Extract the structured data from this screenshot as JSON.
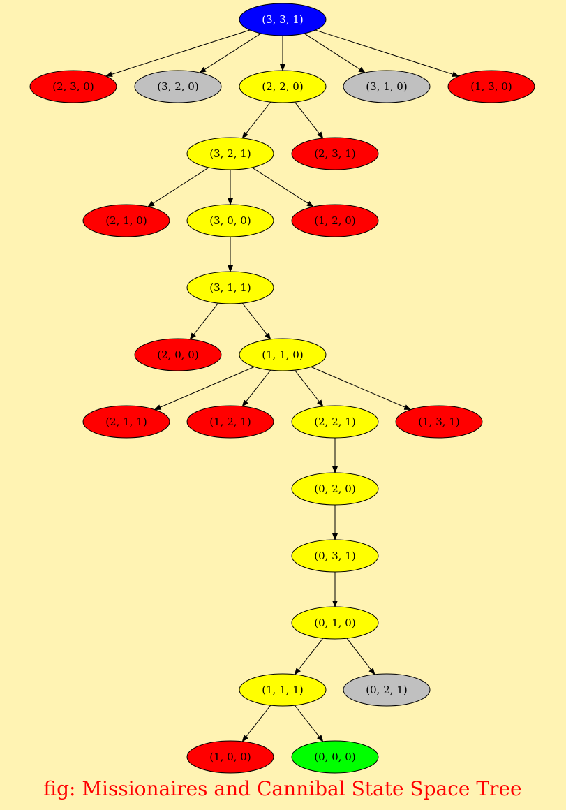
{
  "caption": "fig: Missionaires and Cannibal State Space Tree",
  "colors": {
    "background": "#fff3b3",
    "root": "#0000ff",
    "explored": "#ffff00",
    "invalid": "#ff0000",
    "repeated": "#c0c0c0",
    "goal": "#00ff00",
    "caption": "#ff0000"
  },
  "nodes": [
    {
      "id": "n0",
      "label": "(3, 3, 1)",
      "status": "root"
    },
    {
      "id": "n1",
      "label": "(2, 3, 0)",
      "status": "invalid"
    },
    {
      "id": "n2",
      "label": "(3, 2, 0)",
      "status": "repeated"
    },
    {
      "id": "n3",
      "label": "(2, 2, 0)",
      "status": "explored"
    },
    {
      "id": "n4",
      "label": "(3, 1, 0)",
      "status": "repeated"
    },
    {
      "id": "n5",
      "label": "(1, 3, 0)",
      "status": "invalid"
    },
    {
      "id": "n6",
      "label": "(3, 2, 1)",
      "status": "explored"
    },
    {
      "id": "n7",
      "label": "(2, 3, 1)",
      "status": "invalid"
    },
    {
      "id": "n8",
      "label": "(2, 1, 0)",
      "status": "invalid"
    },
    {
      "id": "n9",
      "label": "(3, 0, 0)",
      "status": "explored"
    },
    {
      "id": "n10",
      "label": "(1, 2, 0)",
      "status": "invalid"
    },
    {
      "id": "n11",
      "label": "(3, 1, 1)",
      "status": "explored"
    },
    {
      "id": "n12",
      "label": "(2, 0, 0)",
      "status": "invalid"
    },
    {
      "id": "n13",
      "label": "(1, 1, 0)",
      "status": "explored"
    },
    {
      "id": "n14",
      "label": "(2, 1, 1)",
      "status": "invalid"
    },
    {
      "id": "n15",
      "label": "(1, 2, 1)",
      "status": "invalid"
    },
    {
      "id": "n16",
      "label": "(2, 2, 1)",
      "status": "explored"
    },
    {
      "id": "n17",
      "label": "(1, 3, 1)",
      "status": "invalid"
    },
    {
      "id": "n18",
      "label": "(0, 2, 0)",
      "status": "explored"
    },
    {
      "id": "n19",
      "label": "(0, 3, 1)",
      "status": "explored"
    },
    {
      "id": "n20",
      "label": "(0, 1, 0)",
      "status": "explored"
    },
    {
      "id": "n21",
      "label": "(1, 1, 1)",
      "status": "explored"
    },
    {
      "id": "n22",
      "label": "(0, 2, 1)",
      "status": "repeated"
    },
    {
      "id": "n23",
      "label": "(1, 0, 0)",
      "status": "invalid"
    },
    {
      "id": "n24",
      "label": "(0, 0, 0)",
      "status": "goal"
    }
  ],
  "edges": [
    [
      "n0",
      "n1"
    ],
    [
      "n0",
      "n2"
    ],
    [
      "n0",
      "n3"
    ],
    [
      "n0",
      "n4"
    ],
    [
      "n0",
      "n5"
    ],
    [
      "n3",
      "n6"
    ],
    [
      "n3",
      "n7"
    ],
    [
      "n6",
      "n8"
    ],
    [
      "n6",
      "n9"
    ],
    [
      "n6",
      "n10"
    ],
    [
      "n9",
      "n11"
    ],
    [
      "n11",
      "n12"
    ],
    [
      "n11",
      "n13"
    ],
    [
      "n13",
      "n14"
    ],
    [
      "n13",
      "n15"
    ],
    [
      "n13",
      "n16"
    ],
    [
      "n13",
      "n17"
    ],
    [
      "n16",
      "n18"
    ],
    [
      "n18",
      "n19"
    ],
    [
      "n19",
      "n20"
    ],
    [
      "n20",
      "n21"
    ],
    [
      "n20",
      "n22"
    ],
    [
      "n21",
      "n23"
    ],
    [
      "n21",
      "n24"
    ]
  ]
}
